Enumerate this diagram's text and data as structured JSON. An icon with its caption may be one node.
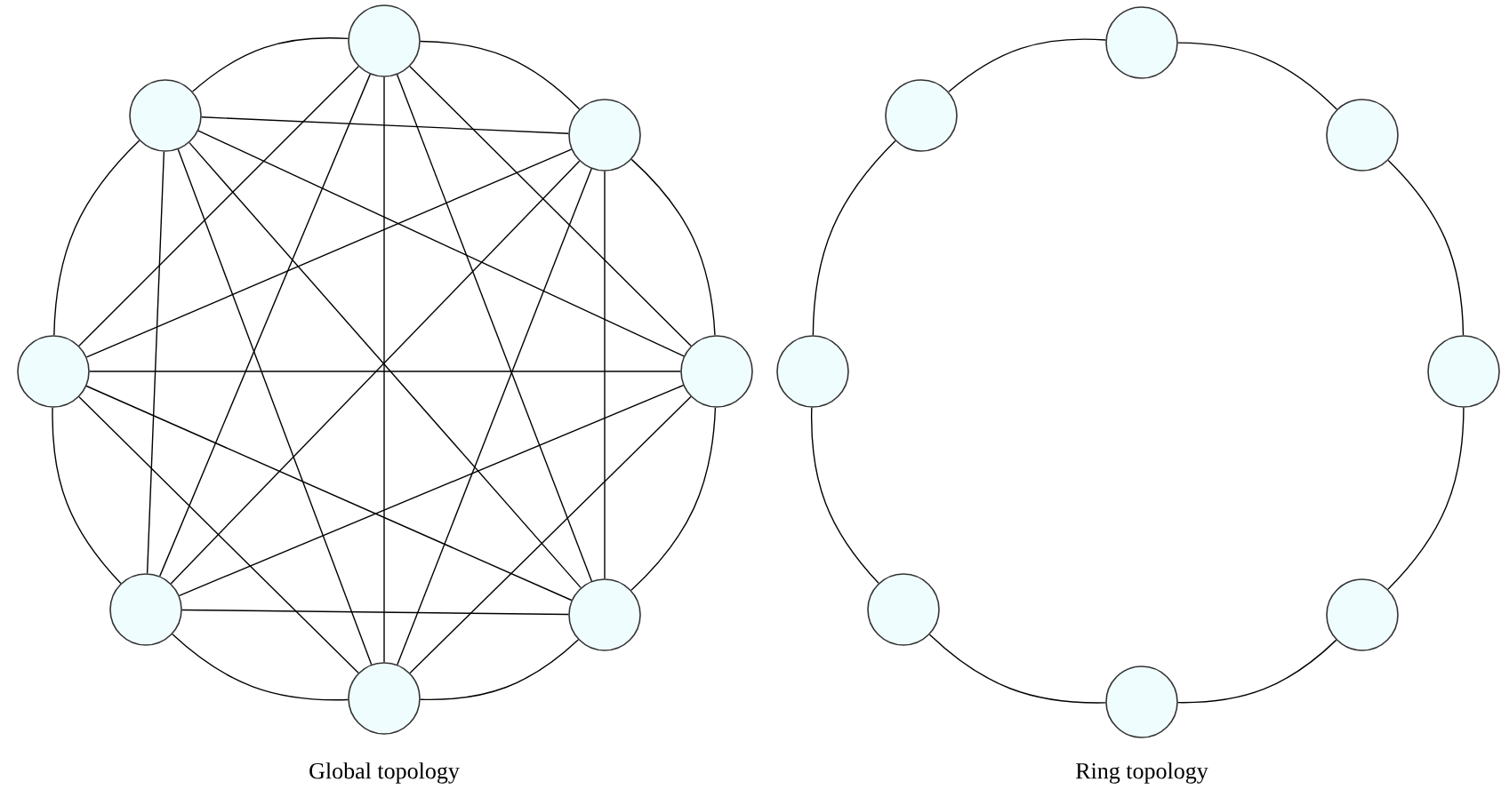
{
  "diagram": {
    "nodes": [
      {
        "text": [],
        "shape": "circle"
      },
      {
        "text": [],
        "shape": "circle"
      },
      {
        "text": [],
        "shape": "circle"
      },
      {
        "text": [],
        "shape": "circle"
      },
      {
        "text": [],
        "shape": "circle"
      },
      {
        "text": [],
        "shape": "circle"
      },
      {
        "text": [],
        "shape": "circle"
      },
      {
        "text": [],
        "shape": "circle"
      },
      {
        "text": [],
        "shape": "circle"
      },
      {
        "text": [],
        "shape": "circle"
      },
      {
        "text": [],
        "shape": "circle"
      },
      {
        "text": [],
        "shape": "circle"
      },
      {
        "text": [],
        "shape": "circle"
      },
      {
        "text": [],
        "shape": "circle"
      },
      {
        "text": [],
        "shape": "circle"
      },
      {
        "text": [],
        "shape": "circle"
      }
    ],
    "edges": [
      {
        "from": 0,
        "to": 1,
        "arrow": "none"
      },
      {
        "from": 1,
        "to": 2,
        "arrow": "none"
      },
      {
        "from": 2,
        "to": 3,
        "arrow": "none"
      },
      {
        "from": 3,
        "to": 4,
        "arrow": "none"
      },
      {
        "from": 4,
        "to": 5,
        "arrow": "none"
      },
      {
        "from": 5,
        "to": 6,
        "arrow": "none"
      },
      {
        "from": 6,
        "to": 7,
        "arrow": "none"
      },
      {
        "from": 7,
        "to": 0,
        "arrow": "none"
      },
      {
        "from": 0,
        "to": 2,
        "arrow": "none"
      },
      {
        "from": 0,
        "to": 3,
        "arrow": "none"
      },
      {
        "from": 0,
        "to": 4,
        "arrow": "none"
      },
      {
        "from": 0,
        "to": 5,
        "arrow": "none"
      },
      {
        "from": 0,
        "to": 6,
        "arrow": "none"
      },
      {
        "from": 1,
        "to": 3,
        "arrow": "none"
      },
      {
        "from": 1,
        "to": 4,
        "arrow": "none"
      },
      {
        "from": 1,
        "to": 5,
        "arrow": "none"
      },
      {
        "from": 1,
        "to": 6,
        "arrow": "none"
      },
      {
        "from": 1,
        "to": 7,
        "arrow": "none"
      },
      {
        "from": 2,
        "to": 4,
        "arrow": "none"
      },
      {
        "from": 2,
        "to": 5,
        "arrow": "none"
      },
      {
        "from": 2,
        "to": 6,
        "arrow": "none"
      },
      {
        "from": 2,
        "to": 7,
        "arrow": "none"
      },
      {
        "from": 3,
        "to": 5,
        "arrow": "none"
      },
      {
        "from": 3,
        "to": 6,
        "arrow": "none"
      },
      {
        "from": 3,
        "to": 7,
        "arrow": "none"
      },
      {
        "from": 4,
        "to": 6,
        "arrow": "none"
      },
      {
        "from": 4,
        "to": 7,
        "arrow": "none"
      },
      {
        "from": 5,
        "to": 7,
        "arrow": "none"
      },
      {
        "from": 8,
        "to": 9,
        "arrow": "none"
      },
      {
        "from": 9,
        "to": 10,
        "arrow": "none"
      },
      {
        "from": 10,
        "to": 11,
        "arrow": "none"
      },
      {
        "from": 11,
        "to": 12,
        "arrow": "none"
      },
      {
        "from": 12,
        "to": 13,
        "arrow": "none"
      },
      {
        "from": 13,
        "to": 14,
        "arrow": "none"
      },
      {
        "from": 14,
        "to": 15,
        "arrow": "none"
      },
      {
        "from": 15,
        "to": 8,
        "arrow": "none"
      }
    ],
    "labels": [
      "Global topology",
      "Ring topology"
    ]
  }
}
